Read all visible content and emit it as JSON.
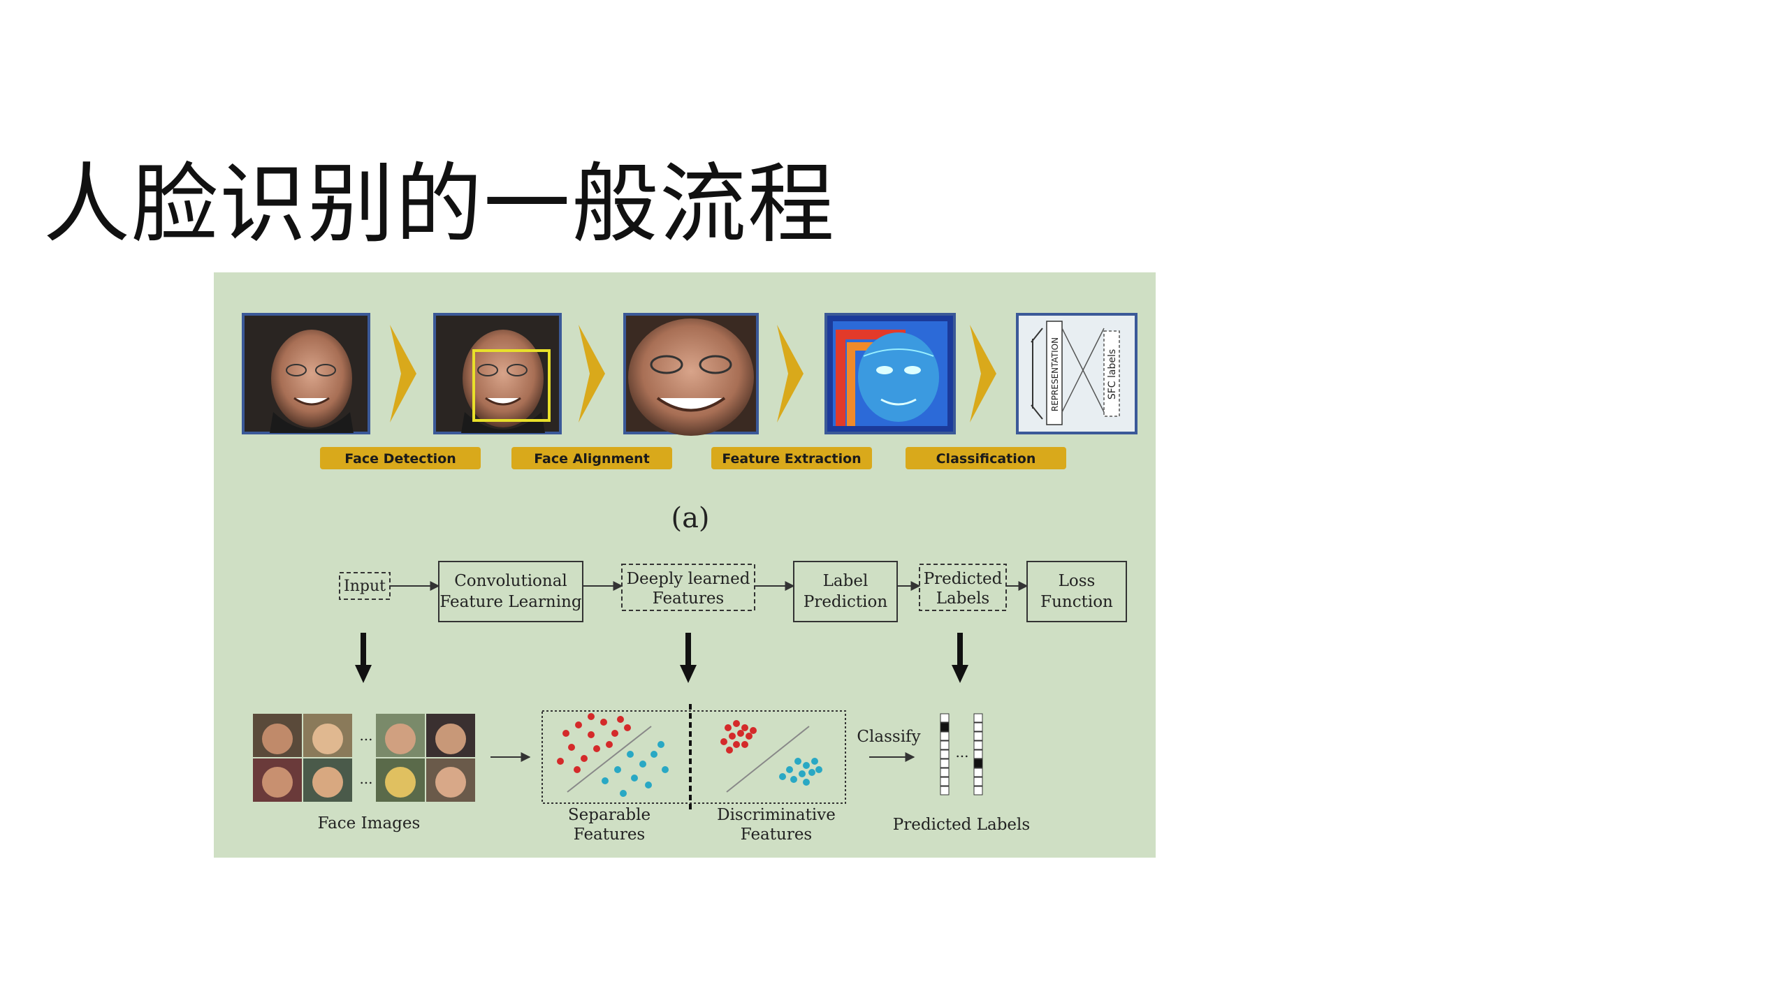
{
  "slide": {
    "title": "人脸识别的一般流程"
  },
  "figure": {
    "colors": {
      "background": "#cfdfc4",
      "arrow": "#d9a91b",
      "label_pill": "#d9a91b",
      "frame": "#3b5998",
      "red": "#d42a2a",
      "cyan": "#29a8c4"
    },
    "top": {
      "steps": [
        {
          "label": "Face Detection"
        },
        {
          "label": "Face Alignment"
        },
        {
          "label": "Feature Extraction"
        },
        {
          "label": "Classification"
        }
      ],
      "panel_texts": {
        "representation": "REPRESENTATION",
        "sfc": "SFC labels"
      },
      "caption": "(a)"
    },
    "flow": {
      "boxes": [
        {
          "line1": "Input",
          "line2": ""
        },
        {
          "line1": "Convolutional",
          "line2": "Feature Learning"
        },
        {
          "line1": "Deeply learned",
          "line2": "Features"
        },
        {
          "line1": "Label",
          "line2": "Prediction"
        },
        {
          "line1": "Predicted",
          "line2": "Labels"
        },
        {
          "line1": "Loss",
          "line2": "Function"
        }
      ]
    },
    "bottom": {
      "face_images_label": "Face Images",
      "ellipsis": "...",
      "separable_line1": "Separable",
      "separable_line2": "Features",
      "discriminative_line1": "Discriminative",
      "discriminative_line2": "Features",
      "classify_label": "Classify",
      "predicted_labels": "Predicted Labels"
    }
  }
}
